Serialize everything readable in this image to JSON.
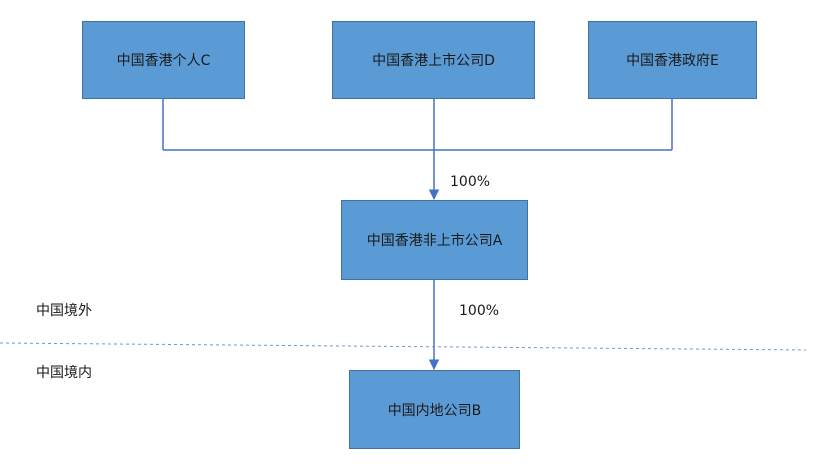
{
  "nodes": {
    "hk_individual_c": "中国香港个人C",
    "hk_listed_d": "中国香港上市公司D",
    "hk_government_e": "中国香港政府E",
    "hk_unlisted_a": "中国香港非上市公司A",
    "mainland_b": "中国内地公司B"
  },
  "edges": {
    "to_a_percent": "100%",
    "a_to_b_percent": "100%"
  },
  "regions": {
    "outside": "中国境外",
    "inside": "中国境内"
  },
  "colors": {
    "box_fill": "#5b9bd5",
    "box_border": "#41719c",
    "connector": "#4472c4",
    "divider": "#6a9bd1"
  }
}
